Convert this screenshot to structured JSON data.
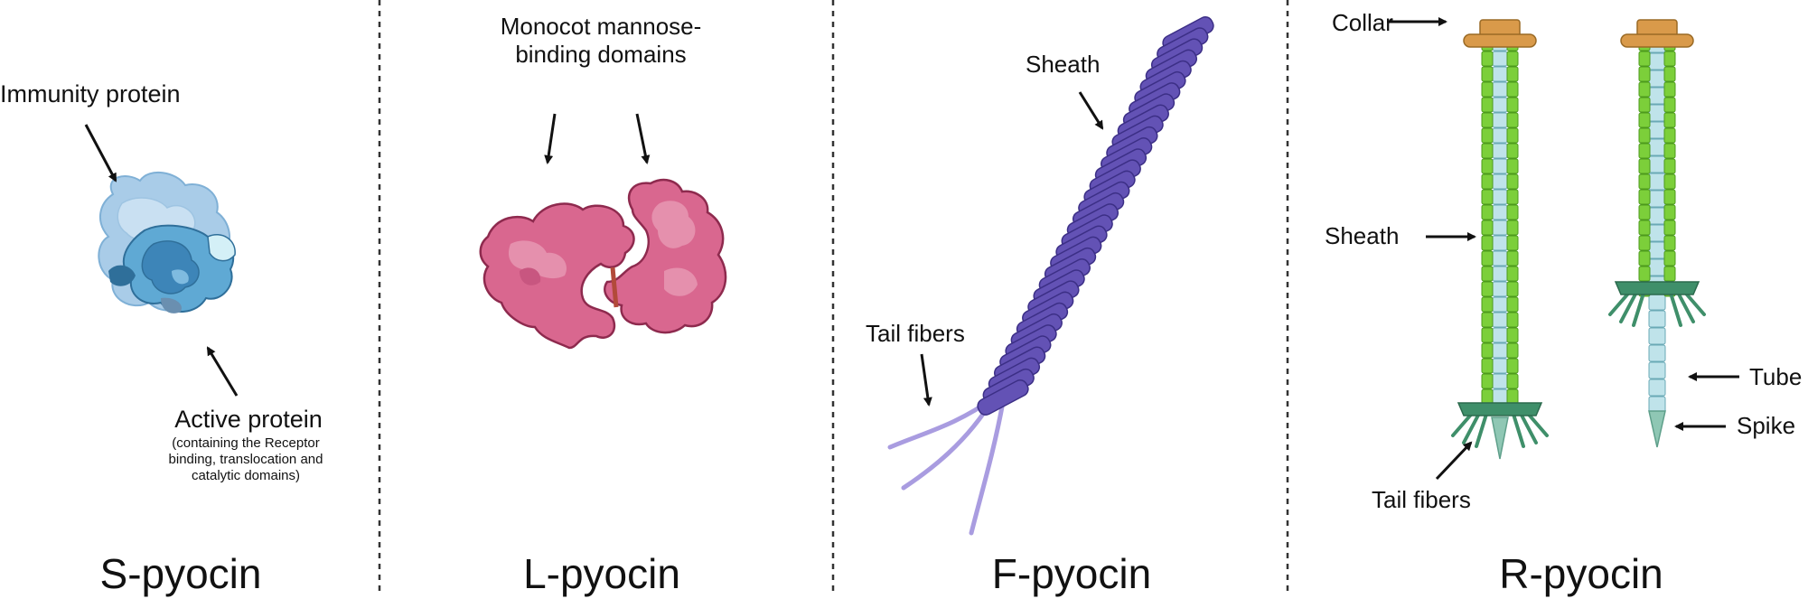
{
  "panels": {
    "s_pyocin": {
      "title": "S-pyocin",
      "label_immunity": "Immunity protein",
      "label_active": "Active protein",
      "label_active_note": "(containing the Receptor binding, translocation and catalytic domains)",
      "colors": {
        "light_blue": "#a9cce8",
        "mid_blue": "#5fa9d4",
        "dark_blue": "#2f6f9a"
      }
    },
    "l_pyocin": {
      "title": "L-pyocin",
      "label_domains": "Monocot mannose-binding domains",
      "colors": {
        "pink": "#d9678f",
        "pink_light": "#e590ad",
        "outline": "#8e2a4e",
        "linker": "#b24a3a"
      }
    },
    "f_pyocin": {
      "title": "F-pyocin",
      "label_sheath": "Sheath",
      "label_tail_fibers": "Tail fibers",
      "colors": {
        "purple": "#6352b5",
        "purple_dark": "#3c2f86",
        "fiber": "#a99ce0"
      }
    },
    "r_pyocin": {
      "title": "R-pyocin",
      "label_collar": "Collar",
      "label_sheath": "Sheath",
      "label_tube": "Tube",
      "label_spike": "Spike",
      "label_tail_fibers": "Tail fibers",
      "colors": {
        "collar": "#d99a4a",
        "sheath_green": "#7ccf3a",
        "tube": "#bfe3ea",
        "baseplate": "#3f8f6a",
        "spike": "#8fc7b4"
      }
    }
  }
}
